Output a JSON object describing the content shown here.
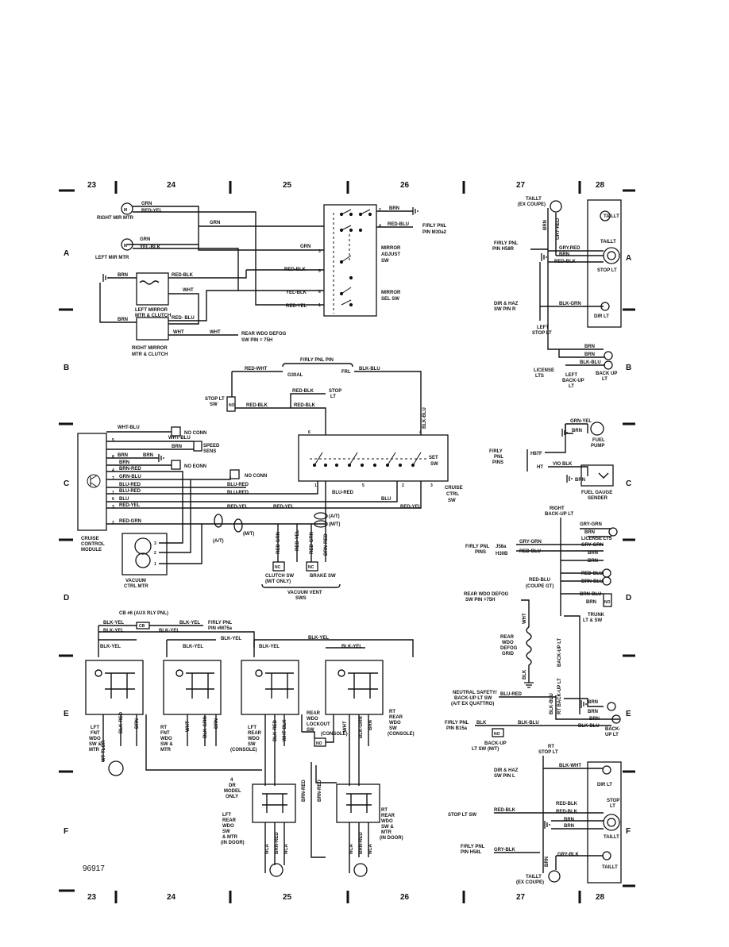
{
  "grid": {
    "columns": [
      "23",
      "24",
      "25",
      "26",
      "27",
      "28"
    ],
    "rows": [
      "A",
      "B",
      "C",
      "D",
      "E",
      "F"
    ],
    "page_number": "96917"
  },
  "mirror": {
    "right_mir_mtr": "RIGHT MIR MTR",
    "left_mir_mtr": "LEFT MIR MTR",
    "left_mirror_mtr_clutch": [
      "LEFT MIRROR",
      "MTR & CLUTCH"
    ],
    "right_mirror_mtr_clutch": [
      "RIGHT MIRROR",
      "MTR & CLUTCH"
    ],
    "mirror_adjust_sw": [
      "MIRROR",
      "ADJUST",
      "SW"
    ],
    "mirror_sel_sw": [
      "MIRROR",
      "SEL SW"
    ],
    "frly_pnl_pin": [
      "F/RLY PNL",
      "PIN M30a2"
    ],
    "rear_wdo_defog": [
      "REAR WDO DEFOG",
      "SW PIN = 75H"
    ],
    "wires": {
      "grn": "GRN",
      "red_yel": "RED-YEL",
      "yel_blk": "YEL-BLK",
      "red_blk": "RED-BLK",
      "brn": "BRN",
      "wht": "WHT",
      "red_blu": "RED-BLU",
      "red_blk2": "RED- BLU"
    },
    "pins": [
      "1",
      "2",
      "3",
      "4",
      "5",
      "6"
    ]
  },
  "cruise": {
    "frly_pnl_pin": "F/RLY PNL PIN",
    "g30al": "G30AL",
    "frl": "FRL",
    "red_wht": "RED-WHT",
    "blk_blu": "BLK-BLU",
    "stop_lt_sw": [
      "STOP LT",
      "SW"
    ],
    "stop_lt": [
      "STOP",
      "LT"
    ],
    "no": "NO",
    "nc": "NC",
    "wht_blu": "WHT-BLU",
    "no_conn": "NO CONN",
    "no_eonn": "NO EONN",
    "speed_sens": [
      "SPEED",
      "SENS"
    ],
    "set_sw": [
      "SET",
      "SW"
    ],
    "cruise_ctrl_sw": [
      "CRUISE",
      "CTRL",
      "SW"
    ],
    "cruise_control_module": [
      "CRUISE",
      "CONTROL",
      "MODULE"
    ],
    "vacuum_ctrl_mtr": [
      "VACUUM",
      "CTRL MTR"
    ],
    "clutch_sw": [
      "CLUTCH SW",
      "(M/T ONLY)"
    ],
    "brake_sw": "BRAKE SW",
    "vacuum_vent_sws": [
      "VACUUM VENT",
      "SWS"
    ],
    "at": "(A/T)",
    "mt": "(M/T)",
    "module_wires": [
      "BRN",
      "BRN-RED",
      "GRN-BLU",
      "BLU-RED",
      "BLU-RED",
      "BLU",
      "RED-YEL",
      "RED-GRN"
    ],
    "module_pins": [
      "5",
      "8",
      "4",
      "7",
      "1",
      "3",
      "6",
      "2"
    ],
    "ctrl_wires": [
      "BLU-RED",
      "BLU",
      "RED-YEL",
      "RED-GRN",
      "RED-YEL",
      "RED-GRN",
      "BRN-RED"
    ]
  },
  "windows": {
    "cb": "CB",
    "cb_label": "CB #6 (AUX RLY PNL)",
    "frly_pnl_pin": [
      "F/RLY PNL",
      "PIN #M75a"
    ],
    "blk_yel": "BLK-YEL",
    "lft_fnt": [
      "LFT",
      "FNT",
      "WDO",
      "SW &",
      "MTR"
    ],
    "rt_fnt": [
      "RT",
      "FNT",
      "WDO",
      "SW &",
      "MTR"
    ],
    "lft_rear_sw": [
      "LFT",
      "REAR",
      "WDO",
      "SW",
      "(CONSOLE)"
    ],
    "lockout": [
      "REAR",
      "WDO",
      "LOCKOUT",
      "SW",
      "(CONSOLE)"
    ],
    "rt_rear_sw": [
      "RT",
      "REAR",
      "WDO",
      "SW",
      "(CONSOLE)"
    ],
    "dr_model": [
      "4",
      "DR",
      "MODEL",
      "ONLY"
    ],
    "lft_rear_mtr": [
      "LFT",
      "REAR",
      "WDO",
      "SW",
      "& MTR",
      "(IN DOOR)"
    ],
    "rt_rear_mtr": [
      "RT",
      "REAR",
      "WDO",
      "SW &",
      "MTR",
      "(IN DOOR)"
    ],
    "no": "NO",
    "nca": "NCA",
    "wires": [
      "WT-TLOR",
      "BLK-RED",
      "BRN",
      "WHT",
      "BLK-GRN",
      "BRN",
      "BLK-RED",
      "WHT-BLK",
      "WHT",
      "BLK-GRN",
      "BRN",
      "BRN-RED",
      "BRN-RED",
      "BRN-RED",
      "BRN-RED"
    ]
  },
  "lights": {
    "taillt_ex_coupe": [
      "TAILLT",
      "(EX COUPE)"
    ],
    "taillt": "TAILLT",
    "stop_lt": "STOP LT",
    "dir_lt": "DIR LT",
    "frly_pnl_pin_58r": [
      "F/RLY PNL",
      "PIN H58R"
    ],
    "dir_haz_pin_r": [
      "DIR & HAZ",
      "SW PIN R"
    ],
    "left_stop_lt": [
      "LEFT",
      "STOP LT"
    ],
    "license_lts": [
      "LICENSE",
      "LTS"
    ],
    "left_back_up": [
      "LEFT",
      "BACK-UP",
      "LT"
    ],
    "back_up_lt": [
      "BACK UP",
      "LT"
    ],
    "wires": {
      "brn": "BRN",
      "gry_red": "GRY-RED",
      "gry_red2": "GRY.RED",
      "red_blk": "RED-BLK",
      "blk_grn": "BLK-GRN",
      "blk_blu": "BLK-BLU"
    }
  },
  "fuel": {
    "grn_yel": "GRN-YEL",
    "fuel_pump": [
      "FUEL",
      "PUMP"
    ],
    "frly_pnl_pins": [
      "F/RLY",
      "PNL",
      "PINS"
    ],
    "h87f": "H87F",
    "ht": "HT",
    "vio_blk": "VIO BLK",
    "brn": "BRN",
    "fuel_gauge_sender": [
      "FUEL GAUGE",
      "SENDER"
    ]
  },
  "backup": {
    "right_back_up_lt": [
      "RIGHT",
      "BACK-UP LT"
    ],
    "frly_pnl_pins": [
      "F/RLY PNL",
      "PINS"
    ],
    "j58a": "J58a",
    "h30b": "H30B",
    "gry_grn": "GRY-GRN",
    "red_blu": "RED-BLU",
    "license_lts": "LICENSE LTS",
    "coupe_gt": "(COUPE GT)",
    "rear_wdo_defog_sw": [
      "REAR WDO DEFOG",
      "SW PIN =75H"
    ],
    "rear_wdo_defog_grid": [
      "REAR",
      "WDO",
      "DEFOG",
      "GRID"
    ],
    "trunk_lt_sw": [
      "TRUNK",
      "LT & SW"
    ],
    "neutral_safety": [
      "NEUTRAL SAFETY/",
      "BACK-UP LT SW",
      "(A/T EX QUATTRO)"
    ],
    "frly_pnl_pin_b15a": [
      "F/RLY PNL",
      "PIN B15a"
    ],
    "back_up_lt_sw": [
      "BACK-UP",
      "LT SW (M/T)"
    ],
    "back_up_lt": [
      "BACK-",
      "UP LT"
    ],
    "wires": [
      "BRN",
      "BRN-BLU",
      "BRN",
      "BLU-RED",
      "BLK",
      "BLK-BLU",
      "WHT",
      "BLK",
      "BACK-UP LT",
      "RT BACK-UP LT",
      "BLK-BLU",
      "BRN",
      "BRN",
      "BRN"
    ]
  },
  "right_lights": {
    "rt_stop_lt": [
      "RT",
      "STOP LT"
    ],
    "dir_haz_pin_l": [
      "DIR & HAZ",
      "SW PIN L"
    ],
    "blk_wht": "BLK-WHT",
    "dir_lt": "DIR LT",
    "stop_lt": [
      "STOP",
      "LT"
    ],
    "stop_lt_sw": "STOP LT SW",
    "red_blk": "RED-BLK",
    "frly_pnl_pin_h58l": [
      "F/RLY PNL",
      "PIN H58L"
    ],
    "gry_blk": "GRY-BLK",
    "taillt": "TAILLT",
    "taillt_ex_coupe": [
      "TAILLT",
      "(EX COUPE)"
    ],
    "brn": "BRN"
  }
}
